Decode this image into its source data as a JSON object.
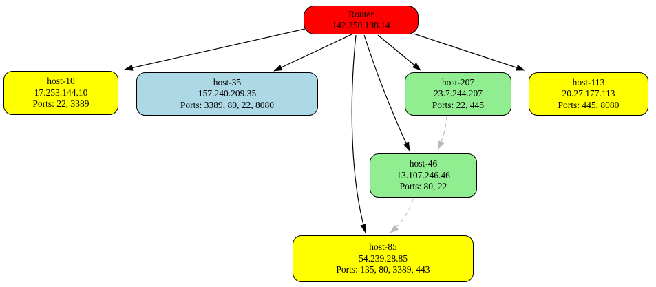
{
  "diagram_title": "network-topology-graph",
  "colors": {
    "router_fill": "#ff0000",
    "yellow_fill": "#ffff00",
    "lightblue_fill": "#add8e6",
    "green_fill": "#90ee90",
    "solid_edge": "#000000",
    "dashed_edge": "#b9b9b9",
    "node_border": "#000000",
    "text": "#000000"
  },
  "nodes": {
    "router": {
      "label": "Router",
      "ip": "142.250.198.14",
      "fill": "#ff0000"
    },
    "host10": {
      "label": "host-10",
      "ip": "17.253.144.10",
      "ports": "Ports: 22, 3389",
      "fill": "#ffff00"
    },
    "host35": {
      "label": "host-35",
      "ip": "157.240.209.35",
      "ports": "Ports: 3389, 80, 22, 8080",
      "fill": "#add8e6"
    },
    "host207": {
      "label": "host-207",
      "ip": "23.7.244.207",
      "ports": "Ports: 22, 445",
      "fill": "#90ee90"
    },
    "host113": {
      "label": "host-113",
      "ip": "20.27.177.113",
      "ports": "Ports: 445, 8080",
      "fill": "#ffff00"
    },
    "host46": {
      "label": "host-46",
      "ip": "13.107.246.46",
      "ports": "Ports: 80, 22",
      "fill": "#90ee90"
    },
    "host85": {
      "label": "host-85",
      "ip": "54.239.28.85",
      "ports": "Ports: 135, 80, 3389, 443",
      "fill": "#ffff00"
    }
  },
  "edges": [
    {
      "from": "Router",
      "to": "host-10",
      "style": "solid",
      "color": "#000000"
    },
    {
      "from": "Router",
      "to": "host-35",
      "style": "solid",
      "color": "#000000"
    },
    {
      "from": "Router",
      "to": "host-207",
      "style": "solid",
      "color": "#000000"
    },
    {
      "from": "Router",
      "to": "host-113",
      "style": "solid",
      "color": "#000000"
    },
    {
      "from": "Router",
      "to": "host-46",
      "style": "solid",
      "color": "#000000"
    },
    {
      "from": "Router",
      "to": "host-85",
      "style": "solid",
      "color": "#000000"
    },
    {
      "from": "host-207",
      "to": "host-46",
      "style": "dashed",
      "color": "#b9b9b9"
    },
    {
      "from": "host-46",
      "to": "host-85",
      "style": "dashed",
      "color": "#b9b9b9"
    }
  ]
}
